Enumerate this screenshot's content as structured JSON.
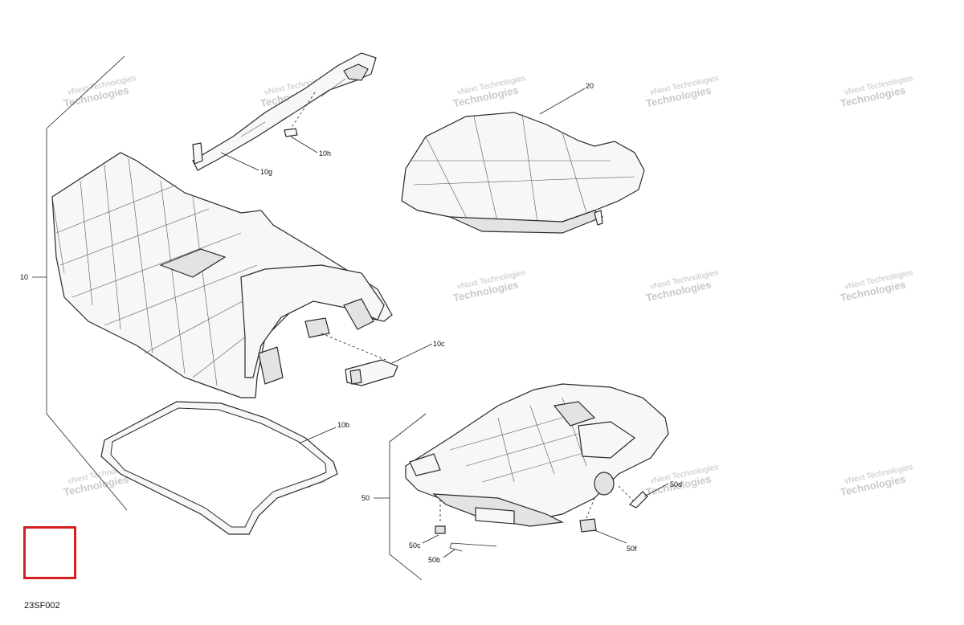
{
  "diagram_code": "23SF002",
  "watermark": {
    "line1": "vNext Technologies",
    "line2": "Technologies"
  },
  "callouts": {
    "c10": "10",
    "c10b": "10b",
    "c10c": "10c",
    "c10g": "10g",
    "c10h": "10h",
    "c20": "20",
    "c50": "50",
    "c50b": "50b",
    "c50c": "50c",
    "c50f": "50f",
    "c50d": "50d"
  },
  "colors": {
    "frame_box": "#d42020",
    "line": "#222222"
  }
}
